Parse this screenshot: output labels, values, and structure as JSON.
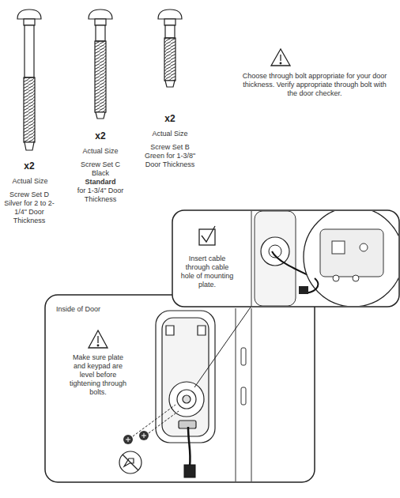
{
  "diagram": {
    "nodes": [
      {
        "text": [
          "Inside of Door",
          "Make sure plate and keypad are level before tightening through bolts."
        ]
      },
      {
        "text": [
          "Insert cable through cable hole of mounting plate."
        ]
      }
    ],
    "labels": [
      "x2",
      "Actual Size",
      "Screw Set D Silver for 2 to 2-1/4\" Door Thickness",
      "x2",
      "Actual Size",
      "Screw Set C Black",
      "Standard",
      "for 1-3/4\" Door Thickness",
      "x2",
      "Actual Size",
      "Screw Set B Green for 1-3/8\" Door Thickness",
      "Choose through bolt appropriate for your door thickness. Verify appropriate through bolt with the door checker."
    ]
  }
}
